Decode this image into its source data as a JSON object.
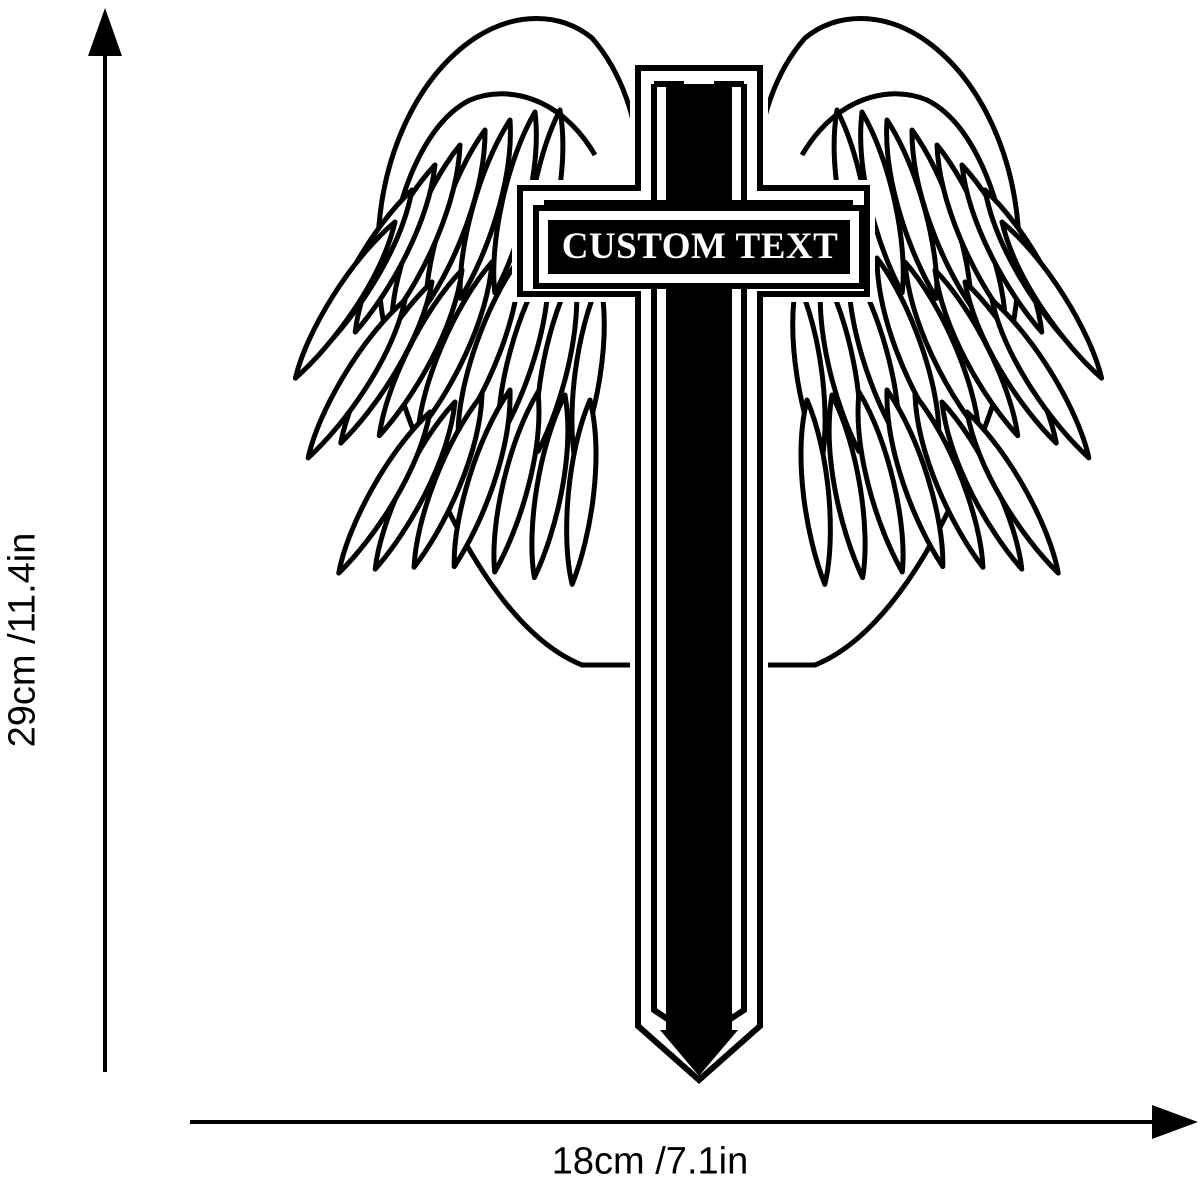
{
  "product": {
    "plate_text": "CUSTOM TEXT",
    "shape_icon": "winged-cross-stake-icon",
    "fill_color": "#000000",
    "background_color": "#ffffff"
  },
  "dimensions": {
    "height_label": "29cm /11.4in",
    "width_label": "18cm /7.1in"
  }
}
